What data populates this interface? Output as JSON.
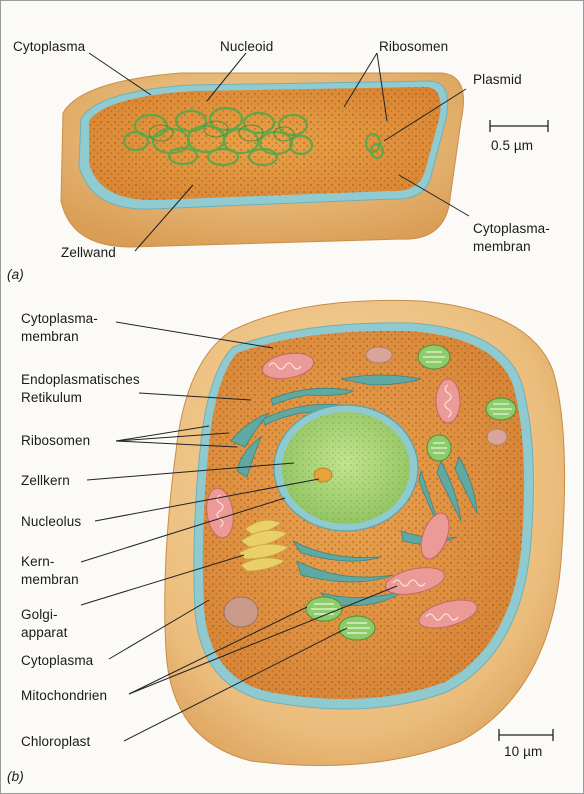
{
  "panel_a": {
    "tag": "(a)",
    "labels": {
      "cytoplasma": "Cytoplasma",
      "nucleoid": "Nucleoid",
      "ribosomen": "Ribosomen",
      "plasmid": "Plasmid",
      "zellwand": "Zellwand",
      "membrane_line1": "Cytoplasma-",
      "membrane_line2": "membran"
    },
    "scale_bar": "0.5 µm"
  },
  "panel_b": {
    "tag": "(b)",
    "labels": {
      "membrane_line1": "Cytoplasma-",
      "membrane_line2": "membran",
      "er_line1": "Endoplasmatisches",
      "er_line2": "Retikulum",
      "ribosomen": "Ribosomen",
      "zellkern": "Zellkern",
      "nucleolus": "Nucleolus",
      "kernmembran_line1": "Kern-",
      "kernmembran_line2": "membran",
      "golgi_line1": "Golgi-",
      "golgi_line2": "apparat",
      "cytoplasma": "Cytoplasma",
      "mitochondrien": "Mitochondrien",
      "chloroplast": "Chloroplast"
    },
    "scale_bar": "10 µm"
  },
  "colors": {
    "cell_wall": "#e8b774",
    "cytoplasm": "#e0913e",
    "membrane": "#8ecad0",
    "nucleus": "#a7d47a",
    "mitochondria": "#e98e8c",
    "chloroplast": "#8ccc6a",
    "er": "#5fa9a2",
    "golgi": "#e9c45a"
  }
}
